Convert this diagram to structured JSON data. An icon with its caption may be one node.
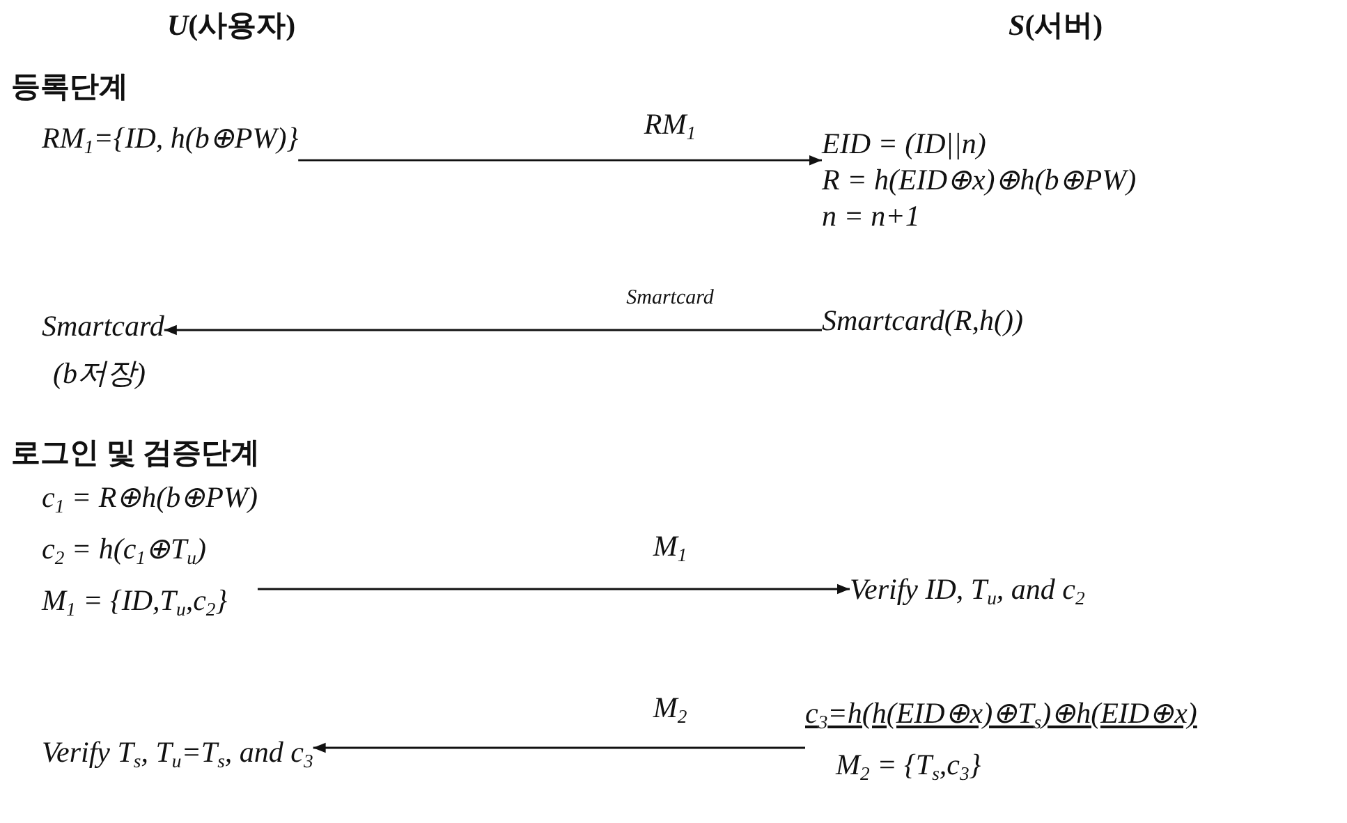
{
  "diagram": {
    "nodes": [
      {
        "text": [
          "RM$_{1}$={ID, h(b⊕PW)}"
        ]
      },
      {
        "text": [
          "EID = (ID||n)",
          "R = h(EID⊕x)⊕h(b⊕PW)",
          "n = n+1"
        ]
      },
      {
        "text": [
          "Smartcard(R,h())"
        ]
      },
      {
        "text": [
          "Smartcard",
          "(b저장)"
        ]
      },
      {
        "text": [
          "c$_{1}$ = R⊕h(b⊕PW)",
          "c$_{2}$ = h(c$_{1}$⊕T$_{u}$)",
          "M$_{1}$ = {ID,T$_{u}$,c$_{2}$}"
        ]
      },
      {
        "text": [
          "Verify ID, T$_{u}$, and c$_{2}$"
        ]
      },
      {
        "text": [
          "c$_{3}$=h(h(EID⊕x)⊕T$_{s}$)⊕h(EID⊕x)",
          "M$_{2}$ = {T$_{s}$,c$_{3}$}"
        ]
      },
      {
        "text": [
          "Verify T$_{s}$, T$_{u}$=T$_{s}$, and c$_{3}$"
        ]
      }
    ],
    "edges": [
      {
        "from": 0,
        "to": 1,
        "arrow": "to",
        "label": "RM$_{1}$"
      },
      {
        "from": 2,
        "to": 3,
        "arrow": "to",
        "label": "Smartcard"
      },
      {
        "from": 4,
        "to": 5,
        "arrow": "to",
        "label": "M$_{1}$"
      },
      {
        "from": 6,
        "to": 7,
        "arrow": "to",
        "label": "M$_{2}$"
      }
    ],
    "labels": [
      "*U*(사용자)",
      "*S*(서버)",
      "등록단계",
      "로그인 및 검증단계"
    ]
  }
}
